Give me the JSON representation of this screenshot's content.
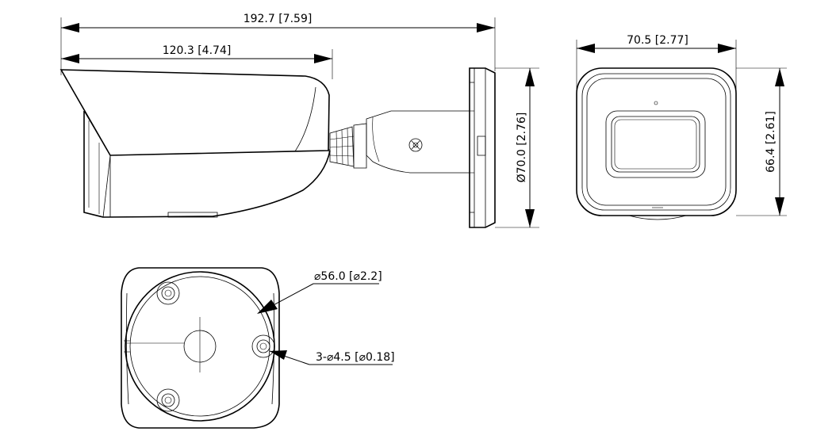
{
  "dimensions": {
    "overall_length": "192.7 [7.59]",
    "housing_length": "120.3 [4.74]",
    "mount_diameter": "Ø70.0 [2.76]",
    "front_width": "70.5 [2.77]",
    "front_height": "66.4 [2.61]",
    "bolt_circle": "⌀56.0 [⌀2.2]",
    "hole_spec": "3-⌀4.5 [⌀0.18]"
  },
  "colors": {
    "line": "#000000",
    "background": "#ffffff"
  }
}
